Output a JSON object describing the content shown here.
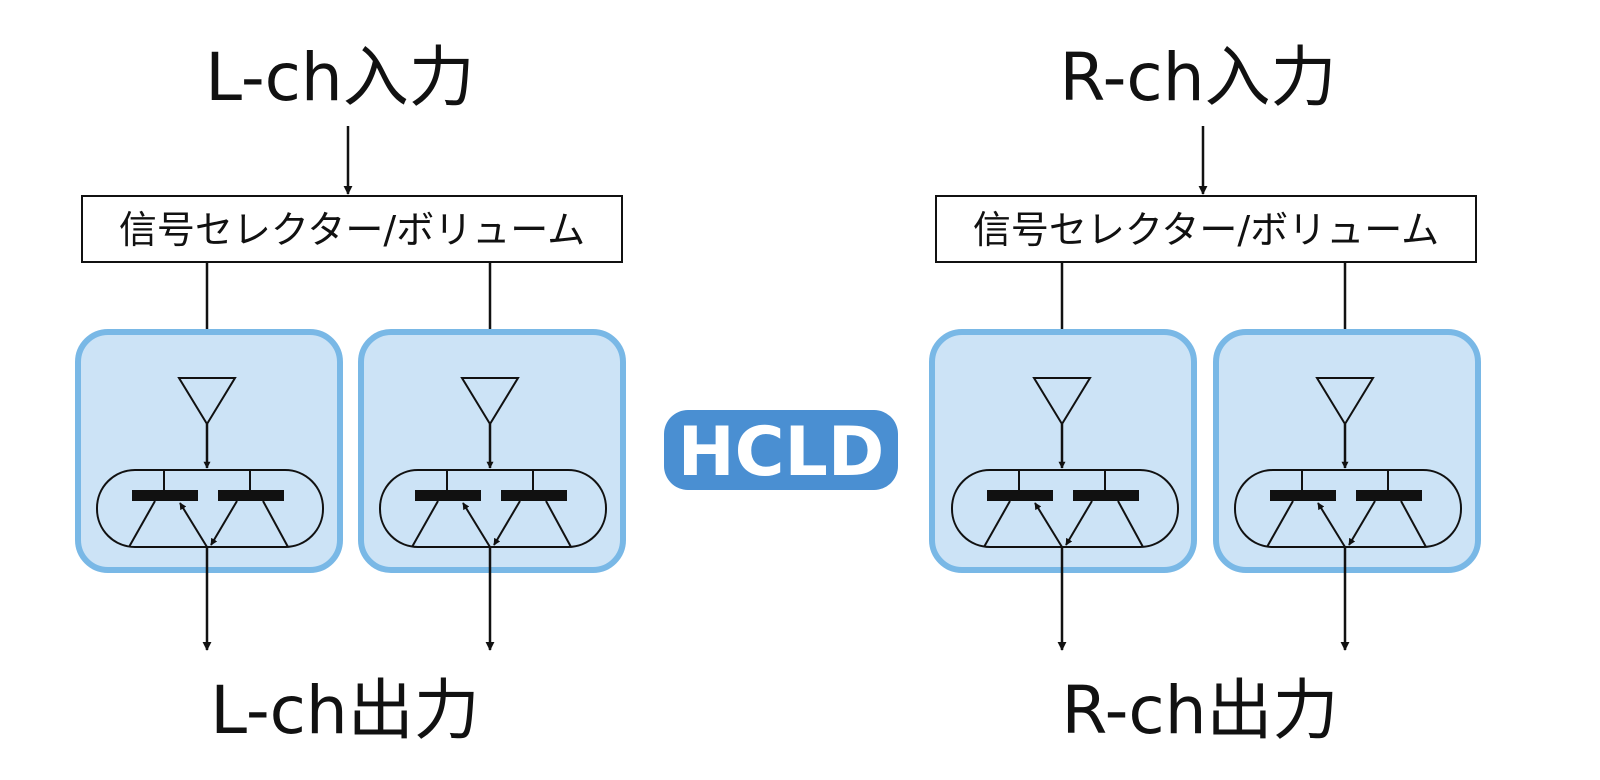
{
  "channels": [
    {
      "input_label": "L-ch入力",
      "selector_label": "信号セレクター/ボリューム",
      "output_label": "L-ch出力"
    },
    {
      "input_label": "R-ch入力",
      "selector_label": "信号セレクター/ボリューム",
      "output_label": "R-ch出力"
    }
  ],
  "badge": {
    "label": "HCLD"
  },
  "colors": {
    "module_fill": "#cce3f6",
    "module_border": "#79b8e6",
    "badge_fill": "#4a8fd2",
    "line": "#111111"
  }
}
